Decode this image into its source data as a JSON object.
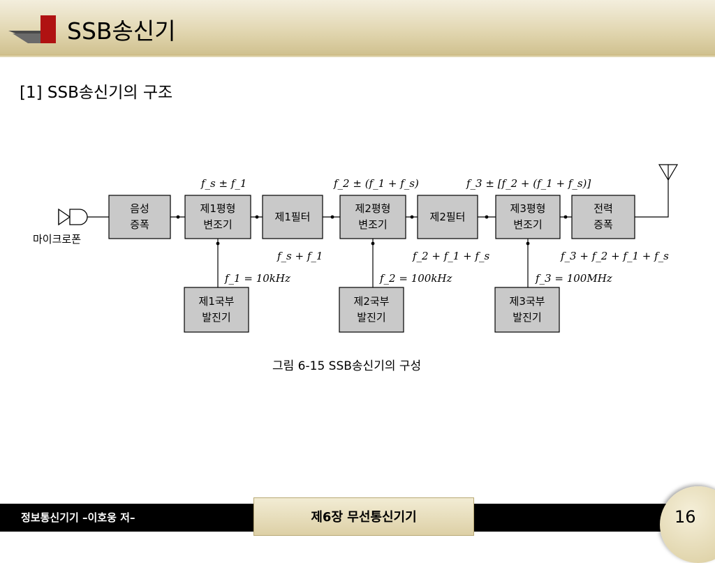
{
  "slide": {
    "title": "SSB송신기",
    "subtitle": "[1] SSB송신기의 구조"
  },
  "diagram": {
    "microphone_label": "마이크로폰",
    "blocks": [
      {
        "line1": "음성",
        "line2": "증폭"
      },
      {
        "line1": "제1평형",
        "line2": "변조기"
      },
      {
        "line1": "제1필터",
        "line2": ""
      },
      {
        "line1": "제2평형",
        "line2": "변조기"
      },
      {
        "line1": "제2필터",
        "line2": ""
      },
      {
        "line1": "제3평형",
        "line2": "변조기"
      },
      {
        "line1": "전력",
        "line2": "증폭"
      }
    ],
    "oscillators": [
      {
        "line1": "제1국부",
        "line2": "발진기"
      },
      {
        "line1": "제2국부",
        "line2": "발진기"
      },
      {
        "line1": "제3국부",
        "line2": "발진기"
      }
    ],
    "top_labels": [
      "f_s ± f_1",
      "f_2 ± (f_1 + f_s)",
      "f_3 ± [f_2 + (f_1 + f_s)]"
    ],
    "mid_labels": [
      "f_s + f_1",
      "f_2 + f_1 + f_s",
      "f_3 + f_2 + f_1 + f_s"
    ],
    "osc_freqs": [
      "f_1 = 10kHz",
      "f_2 = 100kHz",
      "f_3 = 100MHz"
    ],
    "caption": "그림 6-15  SSB송신기의 구성"
  },
  "footer": {
    "left_text": "정보통신기기 –이호웅 저–",
    "chapter": "제6장 무선통신기기",
    "page": "16"
  },
  "colors": {
    "header": "#e2d7b2",
    "accent_red": "#b01212",
    "block_fill": "#c9c9c9",
    "footer": "#000000"
  }
}
